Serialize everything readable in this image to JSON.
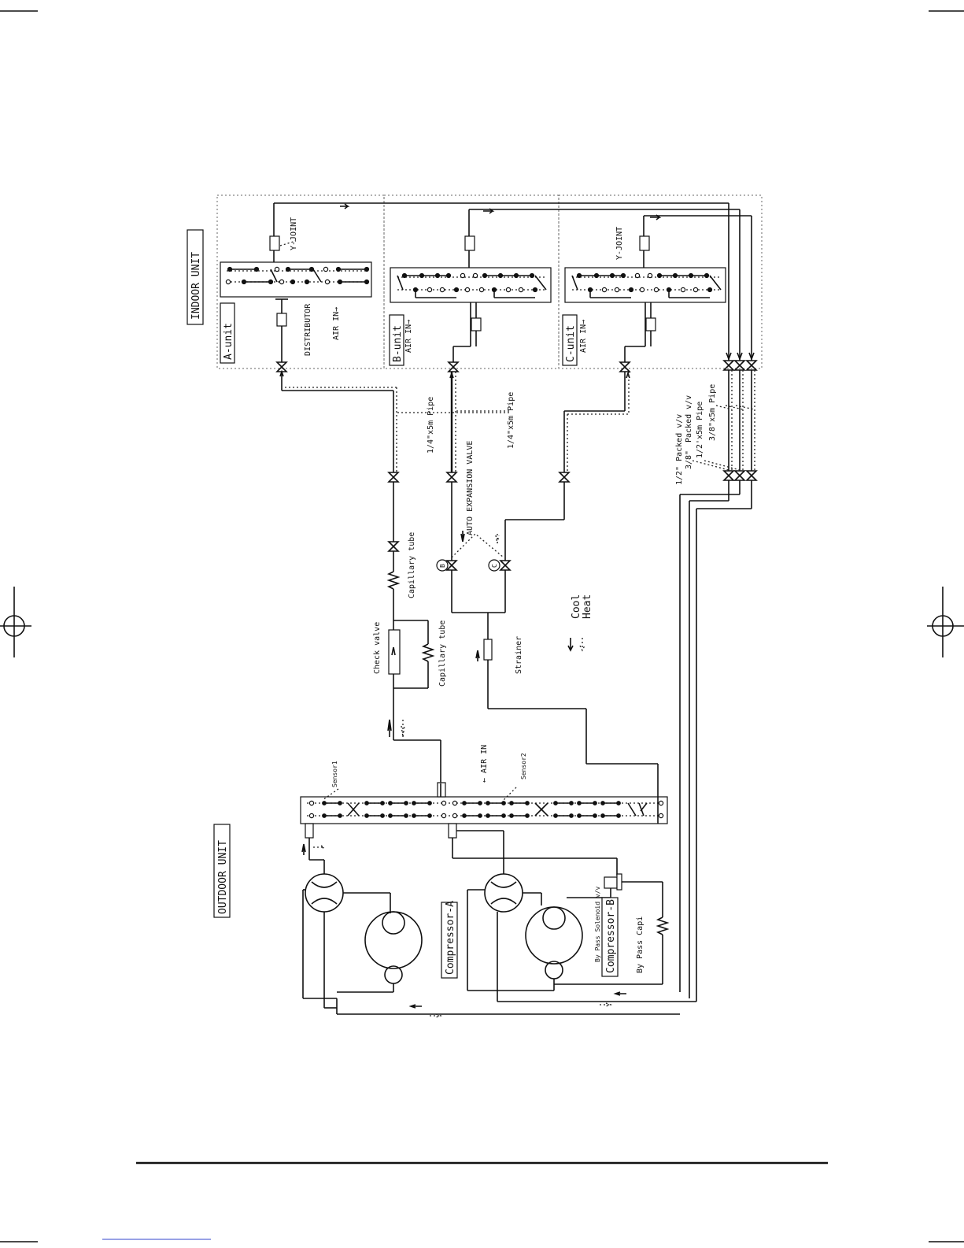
{
  "labels": {
    "indoor_unit": "INDOOR UNIT",
    "outdoor_unit": "OUTDOOR UNIT",
    "a_unit": "A-unit",
    "b_unit": "B-unit",
    "c_unit": "C-unit",
    "distributor": "DISTRIBUTOR",
    "air_in_arrow": "AIR IN→",
    "y_joint": "Y-JOINT",
    "pipe_quarter_1": "1/4\"x5m Pipe",
    "pipe_quarter_2": "1/4\"x5m Pipe",
    "auto_expansion_valve": "AUTO EXPANSION VALVE",
    "capillary_tube": "Capillary tube",
    "check_valve": "Check valve",
    "strainer": "Strainer",
    "valve_b": "B",
    "valve_c": "C",
    "legend_cool": "Cool",
    "legend_heat": "Heat",
    "packed_half": "1/2\" Packed v/v",
    "packed_three_eighths_a": "3/8\"",
    "packed_three_eighths_b": "Packed v/v",
    "pipe_half": "1/2'x5m Pipe",
    "pipe_three_eighths": "3/8\"x5m Pipe",
    "air_in_left": "← AIR IN",
    "sensor1": "Sensor1",
    "sensor2": "Sensor2",
    "compressor_a": "Compressor-A",
    "compressor_b": "Compressor-B",
    "bypass_solenoid": "By Pass Solenoid v/v",
    "bypass_capi": "By Pass Capi"
  },
  "colors": {
    "line": "#111111",
    "dotted": "#666666",
    "background": "#ffffff"
  }
}
